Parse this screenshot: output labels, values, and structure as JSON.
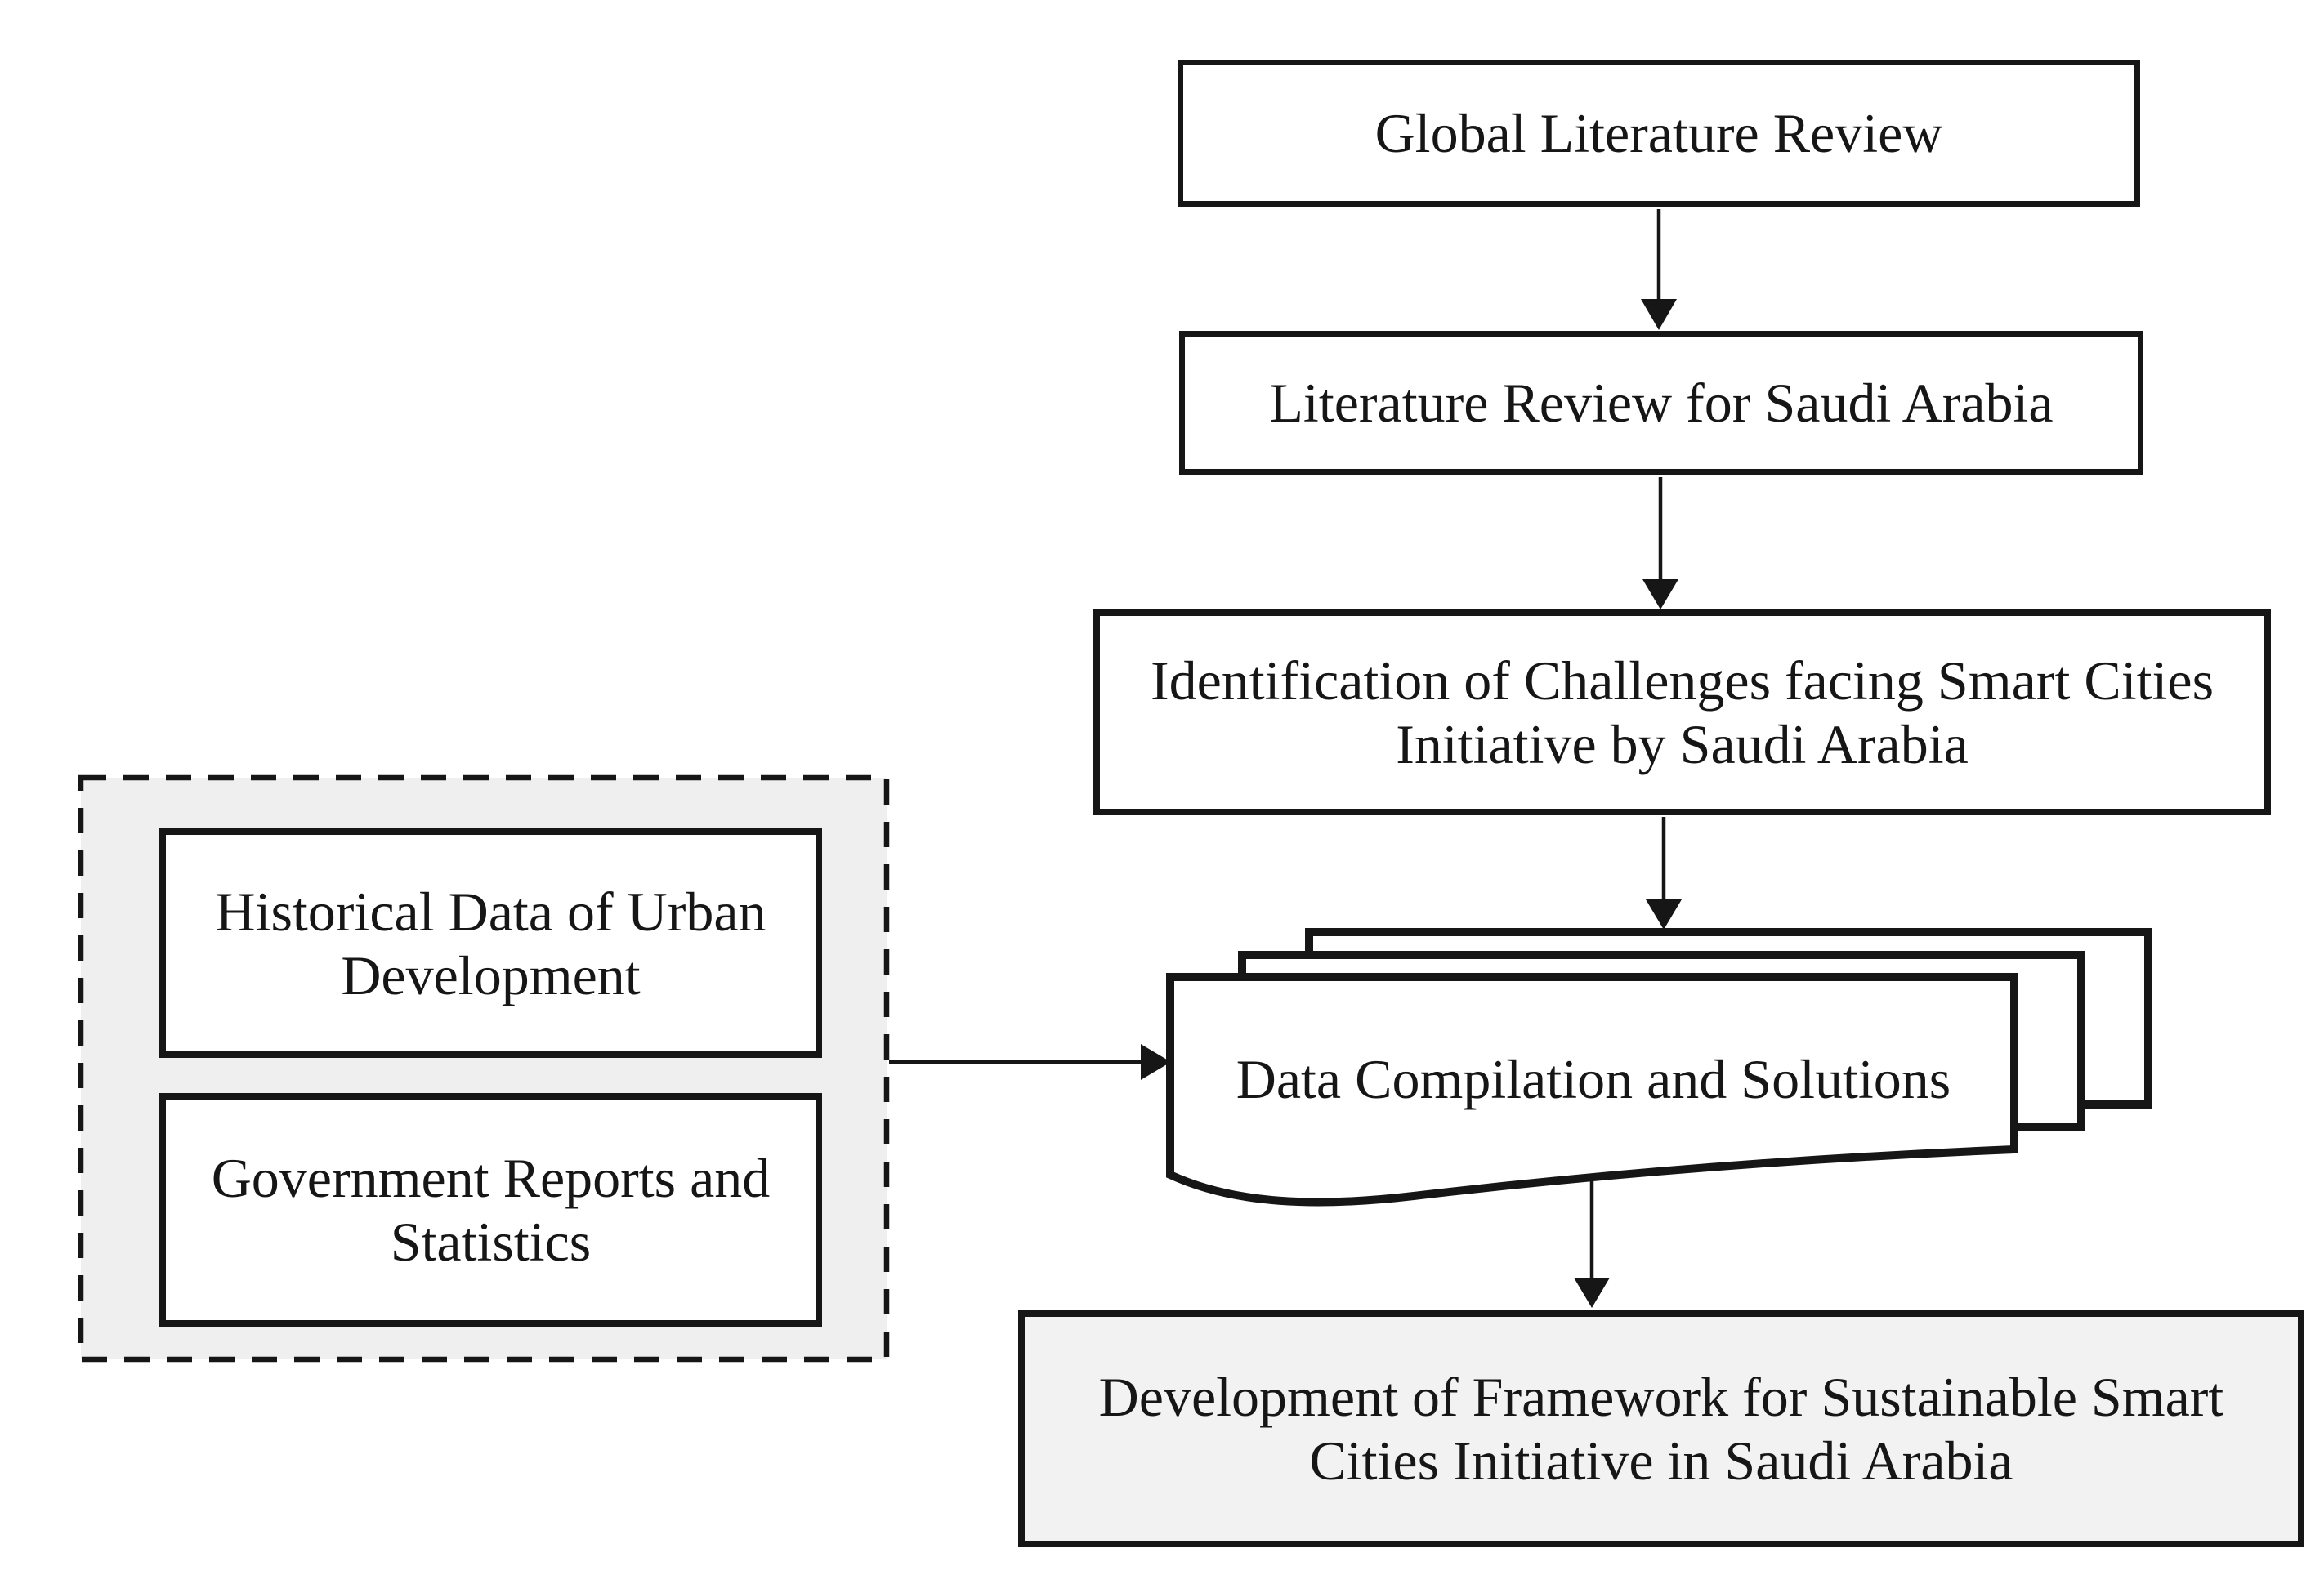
{
  "diagram": {
    "type": "flowchart",
    "title": "Development of framework for sustainable smart cities initiative - methodology flowchart",
    "colors": {
      "ink": "#161616",
      "box_bg": "#ffffff",
      "group_bg": "#efefef",
      "shaded_box_bg": "#f2f2f2",
      "canvas_bg": "#ffffff"
    },
    "nodes": {
      "global_review": {
        "shape": "rectangle",
        "lines": [
          "Global Literature Review"
        ]
      },
      "saudi_review": {
        "shape": "rectangle",
        "lines": [
          "Literature Review for Saudi Arabia"
        ]
      },
      "challenges": {
        "shape": "rectangle",
        "lines": [
          "Identification of Challenges facing Smart Cities",
          "Initiative by Saudi Arabia"
        ]
      },
      "historical_data": {
        "shape": "rectangle",
        "lines": [
          "Historical Data of Urban",
          "Development"
        ]
      },
      "government_reports": {
        "shape": "rectangle",
        "lines": [
          "Government Reports and",
          "Statistics"
        ]
      },
      "data_compilation": {
        "shape": "multi-document",
        "lines": [
          "Data Compilation and Solutions"
        ]
      },
      "framework": {
        "shape": "rectangle-shaded",
        "lines": [
          "Development of Framework for Sustainable Smart",
          "Cities Initiative in Saudi Arabia"
        ]
      }
    },
    "edges": [
      {
        "from": "global_review",
        "to": "saudi_review"
      },
      {
        "from": "saudi_review",
        "to": "challenges"
      },
      {
        "from": "challenges",
        "to": "data_compilation"
      },
      {
        "from": "data_sources_group",
        "to": "data_compilation"
      },
      {
        "from": "data_compilation",
        "to": "framework"
      }
    ],
    "groups": {
      "data_sources_group": {
        "style": "dashed",
        "members": [
          "historical_data",
          "government_reports"
        ]
      }
    }
  }
}
